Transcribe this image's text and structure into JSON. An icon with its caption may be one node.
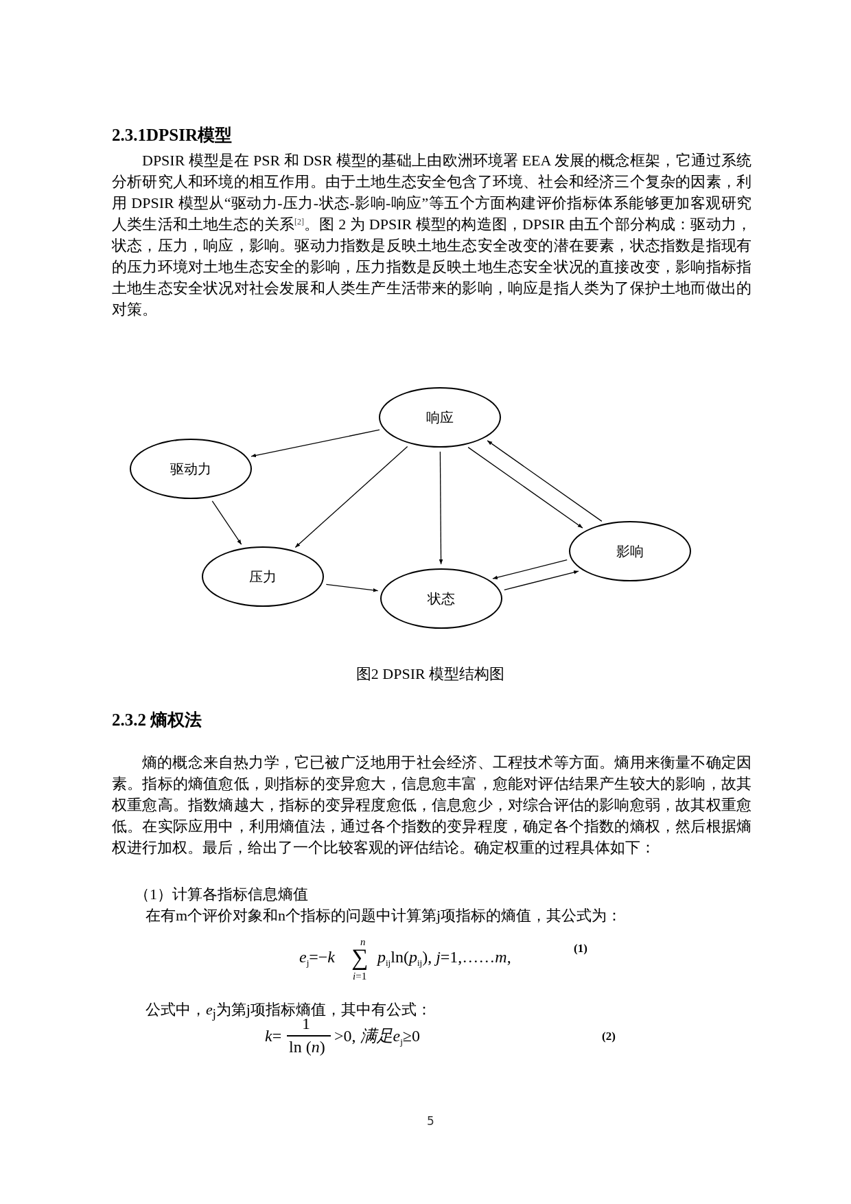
{
  "diagram": {
    "title": "2.3.1DPSIR模型",
    "caption": "图2 DPSIR 模型结构图",
    "nodes": [
      {
        "text": [
          "响应"
        ]
      },
      {
        "text": [
          "驱动力"
        ]
      },
      {
        "text": [
          "影响"
        ]
      },
      {
        "text": [
          "压力"
        ]
      },
      {
        "text": [
          "状态"
        ]
      }
    ],
    "edges": [
      {
        "from": 0,
        "to": 1,
        "arrow": "to"
      },
      {
        "from": 1,
        "to": 3,
        "arrow": "to"
      },
      {
        "from": 0,
        "to": 3,
        "arrow": "to"
      },
      {
        "from": 0,
        "to": 4,
        "arrow": "to"
      },
      {
        "from": 2,
        "to": 0,
        "arrow": "to"
      },
      {
        "from": 0,
        "to": 2,
        "arrow": "to"
      },
      {
        "from": 4,
        "to": 2,
        "arrow": "to"
      },
      {
        "from": 2,
        "to": 4,
        "arrow": "to"
      },
      {
        "from": 3,
        "to": 4,
        "arrow": "to"
      }
    ],
    "labels": [
      "DPSIR 模型是在 PSR 和 DSR 模型的基础上由欧洲环境署 EEA 发展的概念框架，它通过系统分析研究人和环境的相互作用。由于土地生态安全包含了环境、社会和经济三个复杂的因素，利用 DPSIR 模型从“驱动力-压力-状态-影响-响应”等五个方面构建评价指标体系能够更加客观研究人类生活和土地生态的关系$^{[2]}$。图 2 为 DPSIR 模型的构造图，DPSIR 由五个部分构成：驱动力，状态，压力，响应，影响。驱动力指数是反映土地生态安全改变的潜在要素，状态指数是指现有的压力环境对土地生态安全的影响，压力指数是反映土地生态安全状况的直接改变，影响指标指土地生态安全状况对社会发展和人类生产生活带来的影响，响应是指人类为了保护土地而做出的对策。",
      "2.3.2 熵权法",
      "熵的概念来自热力学，它已被广泛地用于社会经济、工程技术等方面。熵用来衡量不确定因素。指标的熵值愈低，则指标的变异愈大，信息愈丰富，愈能对评估结果产生较大的影响，故其权重愈高。指数熵越大，指标的变异程度愈低，信息愈少，对综合评估的影响愈弱，故其权重愈低。在实际应用中，利用熵值法，通过各个指数的变异程度，确定各个指数的熵权，然后根据熵权进行加权。最后，给出了一个比较客观的评估结论。确定权重的过程具体如下：",
      "（1）计算各指标信息熵值",
      "在有m个评价对象和n个指标的问题中计算第j项指标的熵值，其公式为：",
      "*e*$_{j}$=−*k*",
      "n",
      "∑",
      "*i*=1",
      "*p*$_{ij}$ln(*p*$_{ij}$), *j*=1,……*m*,",
      "(1)",
      "公式中，*e*$_{j}$为第j项指标熵值，其中有公式：",
      "*k*=",
      "1",
      "ln (*n*)",
      ">0, *满足e*$_{j}$≥0",
      "(2)",
      "5"
    ]
  }
}
